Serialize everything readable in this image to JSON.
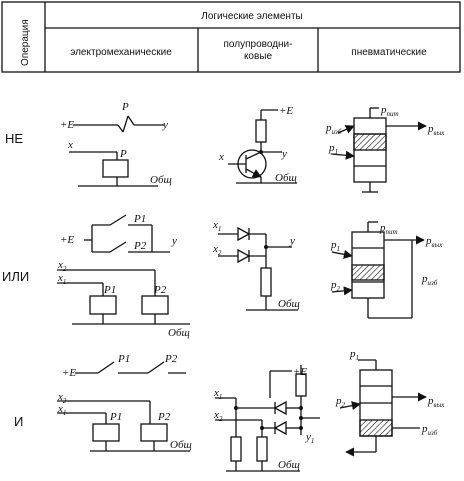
{
  "header": {
    "operation_label": "Операция",
    "group_title": "Логические элементы",
    "col_electromechanical": "электромеханические",
    "col_semiconductor_line1": "полупроводни-",
    "col_semiconductor_line2": "ковые",
    "col_pneumatic": "пневматические"
  },
  "rows": [
    {
      "operation": "НЕ",
      "electromechanical": {
        "supply": "+E",
        "relay": "P",
        "output": "y",
        "input": "x",
        "relay_coil": "P",
        "common": "Общ"
      },
      "semiconductor": {
        "supply": "+E",
        "input": "x",
        "output": "y",
        "common": "Общ"
      },
      "pneumatic": {
        "supply": "p",
        "supply_sub": "пит",
        "bias": "p",
        "bias_sub": "изб",
        "input": "p",
        "input_sub": "1",
        "output": "p",
        "output_sub": "вых"
      }
    },
    {
      "operation": "ИЛИ",
      "electromechanical": {
        "supply": "+E",
        "contact1": "P1",
        "contact2": "P2",
        "output": "y",
        "input2": "x",
        "input2_sub": "2",
        "input1": "x",
        "input1_sub": "1",
        "coil1": "P1",
        "coil2": "P2",
        "common": "Общ"
      },
      "semiconductor": {
        "input1": "x",
        "input1_sub": "1",
        "input2": "x",
        "input2_sub": "2",
        "output": "y",
        "common": "Общ"
      },
      "pneumatic": {
        "supply": "p",
        "supply_sub": "пит",
        "input1": "p",
        "input1_sub": "1",
        "input2": "p",
        "input2_sub": "2",
        "output": "p",
        "output_sub": "вых",
        "bias": "p",
        "bias_sub": "изб"
      }
    },
    {
      "operation": "И",
      "electromechanical": {
        "supply": "+E",
        "contact1": "P1",
        "contact2": "P2",
        "input2": "x",
        "input2_sub": "2",
        "input1": "x",
        "input1_sub": "1",
        "coil1": "P1",
        "coil2": "P2",
        "common": "Общ"
      },
      "semiconductor": {
        "supply": "+E",
        "input1": "x",
        "input1_sub": "1",
        "input2": "x",
        "input2_sub": "2",
        "output": "y",
        "output_sub": "1",
        "common": "Общ"
      },
      "pneumatic": {
        "input1": "p",
        "input1_sub": "1",
        "input2": "p",
        "input2_sub": "2",
        "output": "p",
        "output_sub": "вых",
        "bias": "p",
        "bias_sub": "изб"
      }
    }
  ]
}
